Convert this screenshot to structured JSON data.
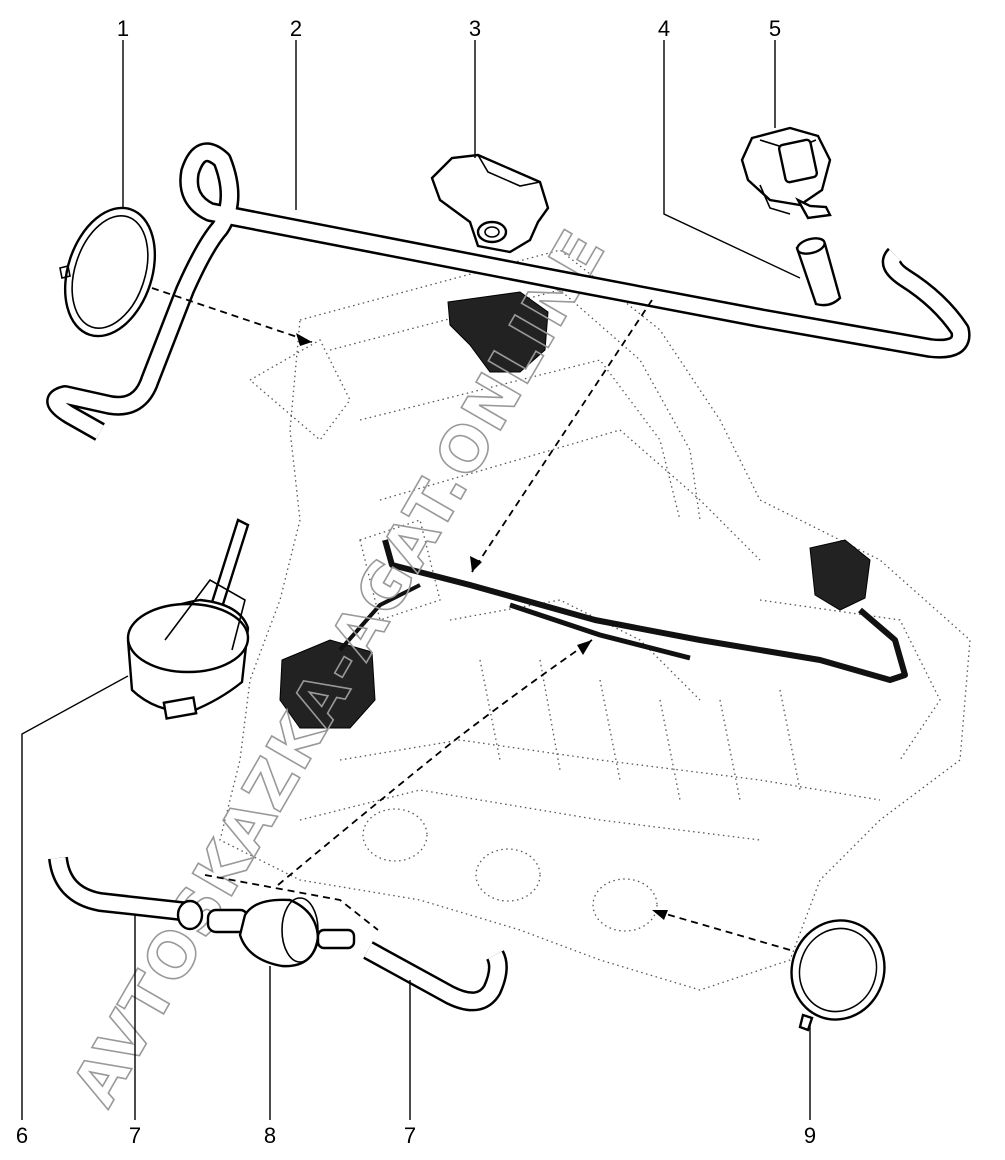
{
  "diagram": {
    "watermark": "AVTOSKAZKA-AGAT.ONLINE",
    "callouts": [
      {
        "id": "c1",
        "label": "1"
      },
      {
        "id": "c2",
        "label": "2"
      },
      {
        "id": "c3",
        "label": "3"
      },
      {
        "id": "c4",
        "label": "4"
      },
      {
        "id": "c5",
        "label": "5"
      },
      {
        "id": "c6",
        "label": "6"
      },
      {
        "id": "c7a",
        "label": "7"
      },
      {
        "id": "c8",
        "label": "8"
      },
      {
        "id": "c7b",
        "label": "7"
      },
      {
        "id": "c9",
        "label": "9"
      }
    ]
  }
}
